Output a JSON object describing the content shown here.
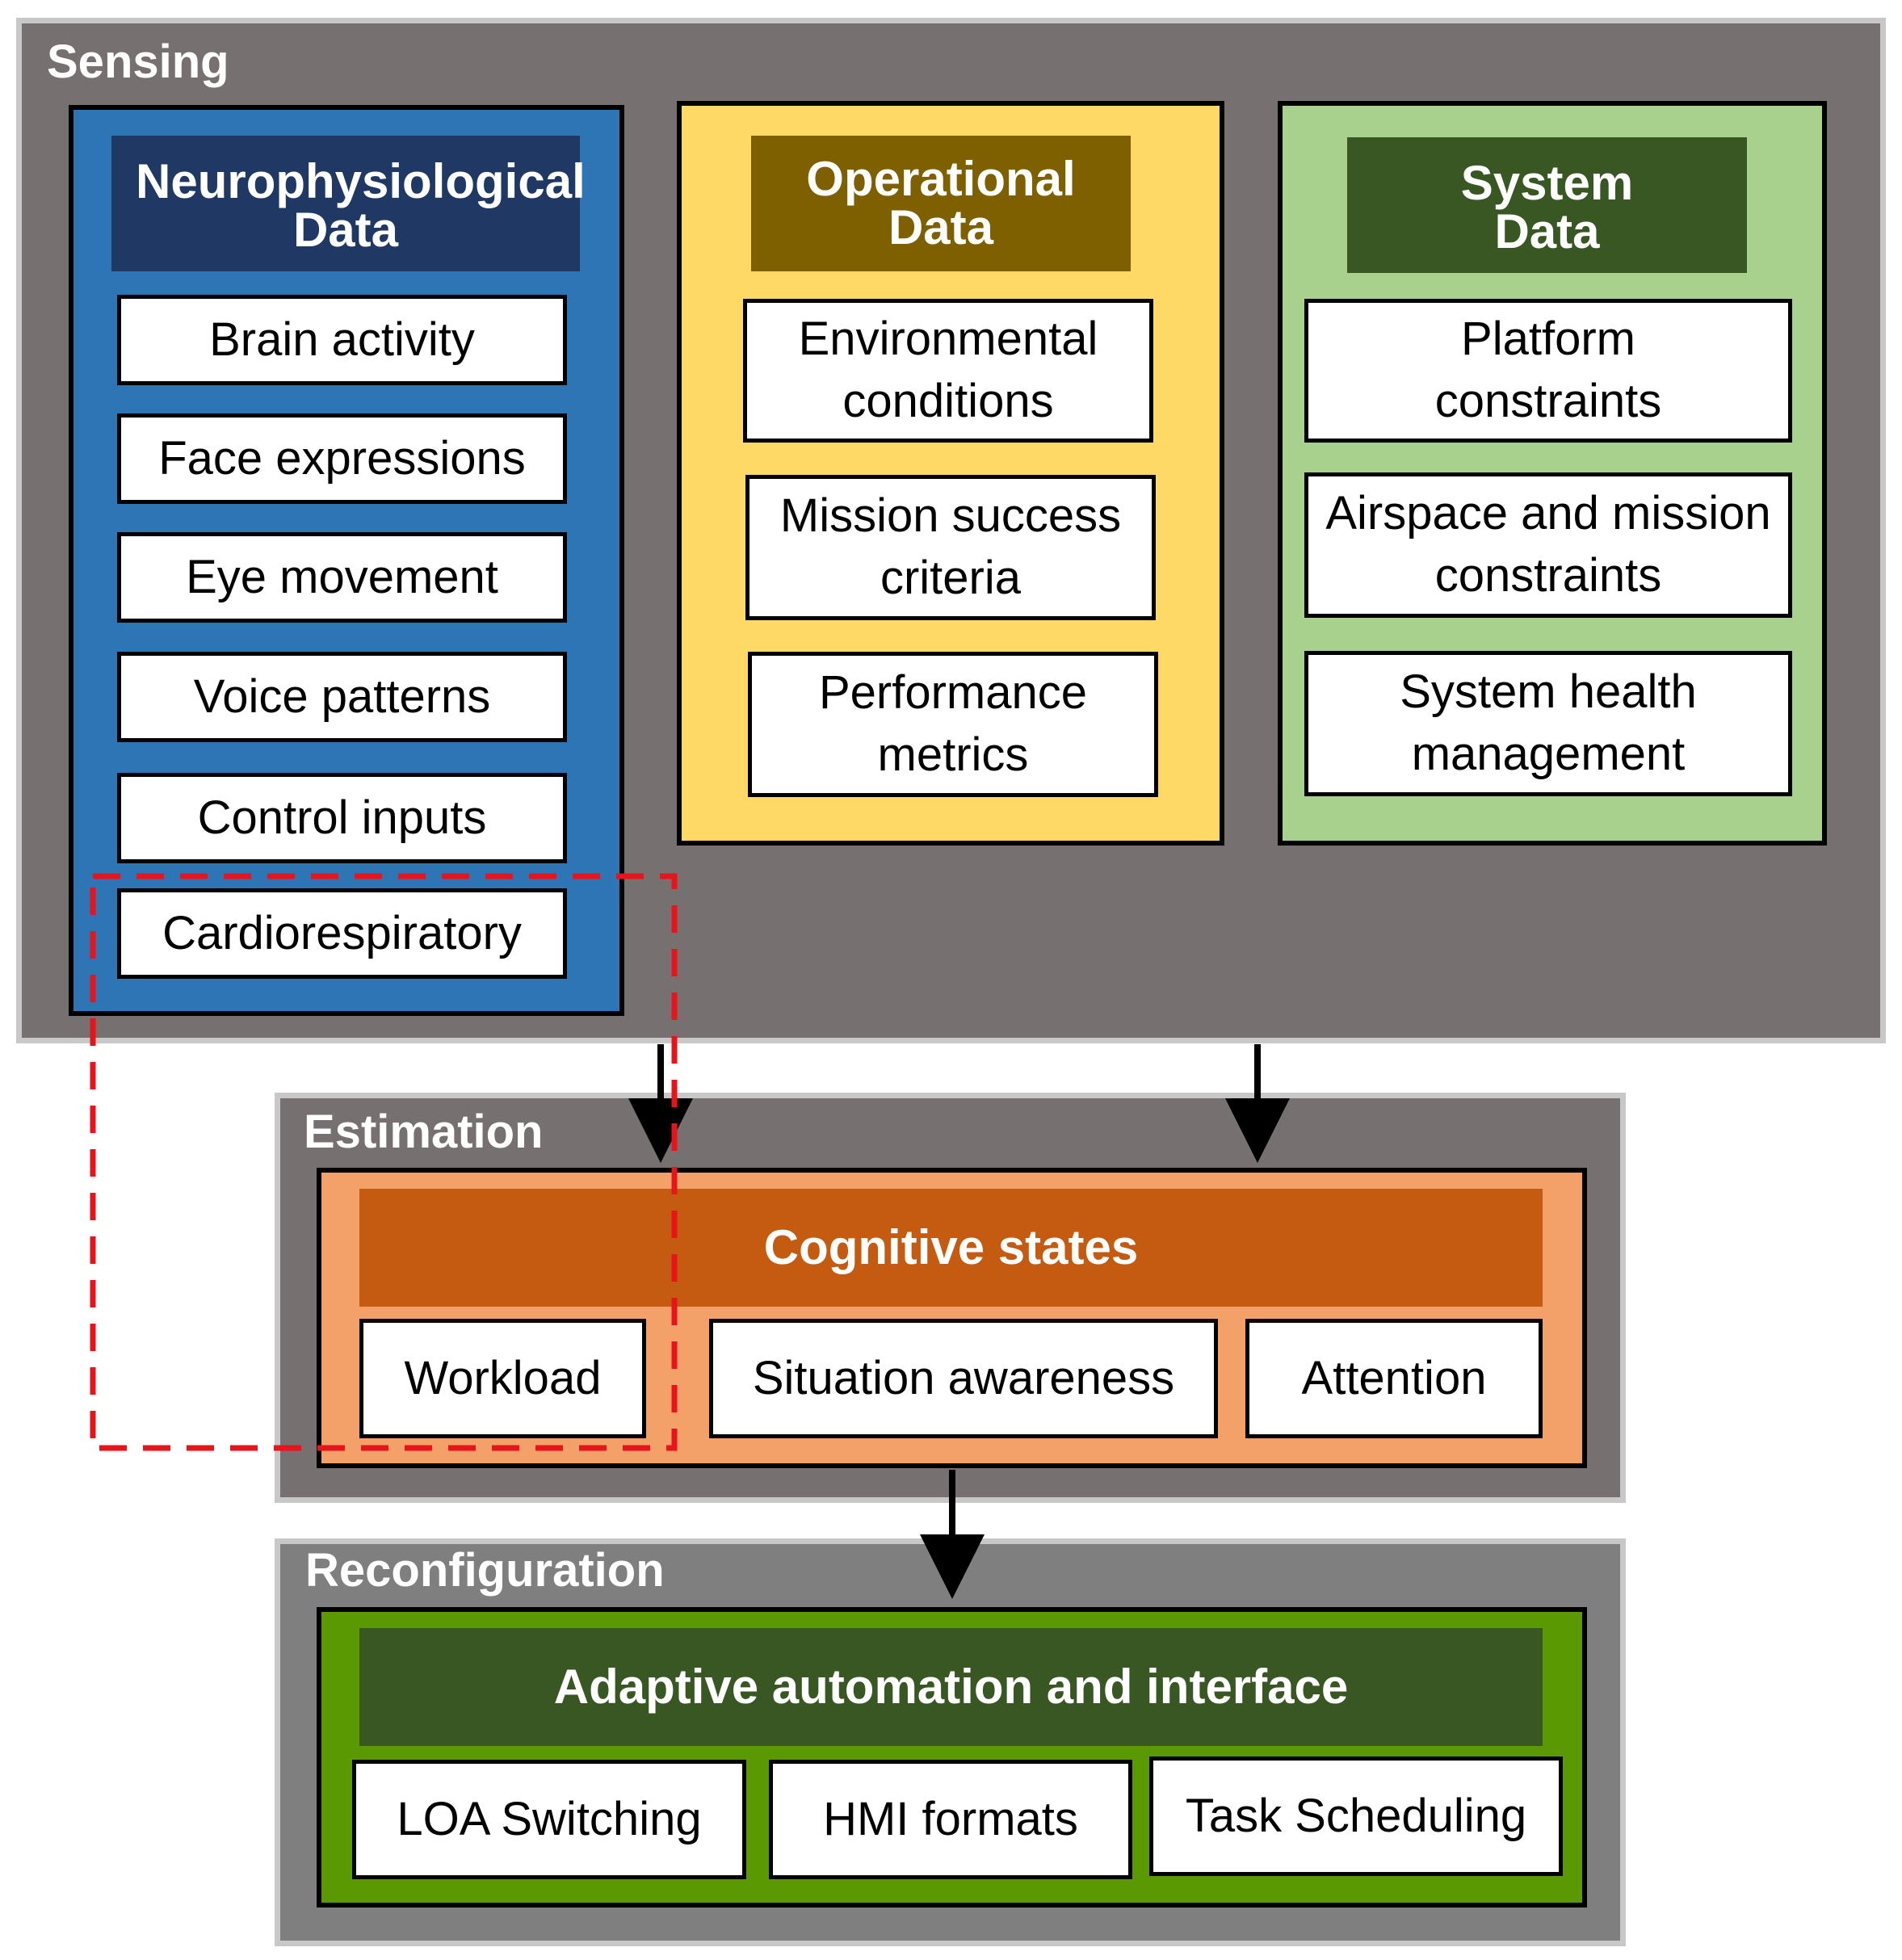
{
  "colors": {
    "region_sensing": "#767170",
    "region_estimation": "#767170",
    "region_reconfiguration": "#7f7f7f",
    "neuro_panel": "#2e75b6",
    "neuro_header": "#1f3864",
    "operational_panel": "#ffd966",
    "operational_header": "#7f6000",
    "system_panel": "#a9d18e",
    "system_header": "#385723",
    "cognitive_panel": "#f4a069",
    "cognitive_header": "#c55a11",
    "adaptive_panel": "#5b9903",
    "adaptive_header": "#385723",
    "highlight": "#e8141c"
  },
  "sensing": {
    "label": "Sensing",
    "neurophysiological": {
      "title": "Neurophysiological Data",
      "items": [
        "Brain activity",
        "Face expressions",
        "Eye movement",
        "Voice patterns",
        "Control inputs",
        "Cardiorespiratory"
      ]
    },
    "operational": {
      "title": "Operational Data",
      "items": [
        "Environmental conditions",
        "Mission success criteria",
        "Performance metrics"
      ]
    },
    "system": {
      "title": "System Data",
      "items": [
        "Platform constraints",
        "Airspace and mission constraints",
        "System health management"
      ]
    }
  },
  "estimation": {
    "label": "Estimation",
    "title": "Cognitive states",
    "items": [
      "Workload",
      "Situation awareness",
      "Attention"
    ]
  },
  "reconfiguration": {
    "label": "Reconfiguration",
    "title": "Adaptive automation and interface",
    "items": [
      "LOA Switching",
      "HMI formats",
      "Task Scheduling"
    ]
  }
}
